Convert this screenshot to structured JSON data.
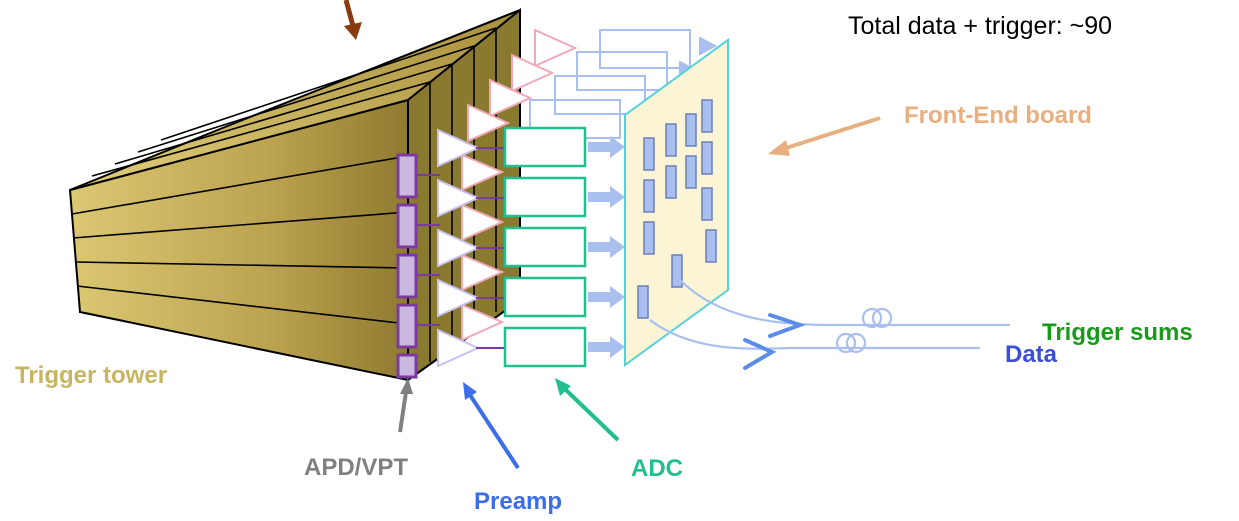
{
  "labels": {
    "total": "Total data + trigger: ~90",
    "front_end_board": "Front-End board",
    "trigger_sums": "Trigger sums",
    "data": "Data",
    "trigger_tower": "Trigger tower",
    "apd_vpt": "APD/VPT",
    "adc": "ADC",
    "preamp": "Preamp"
  },
  "colors": {
    "crystal": "#c8b562",
    "crystal_dark": "#7a6a2a",
    "apd": "#7a3aa0",
    "preamp_pink": "#f0a8b8",
    "preamp_white": "#c8c0f0",
    "adc_green": "#1fbf8f",
    "board_fill": "#fbf5d6",
    "board_edge": "#58d0dc",
    "fiber_blue": "#a8bff0",
    "arrow_blue": "#5b8de8",
    "arrow_orange": "#e8b080",
    "arrow_brown": "#8a3a10",
    "label_gold": "#c8b562",
    "label_orange": "#e8b080",
    "label_green": "#1a9a1a",
    "label_blue": "#3b4fd8",
    "label_gray": "#808080",
    "label_teal": "#1fbf8f",
    "label_preamp": "#3b6ee8"
  }
}
